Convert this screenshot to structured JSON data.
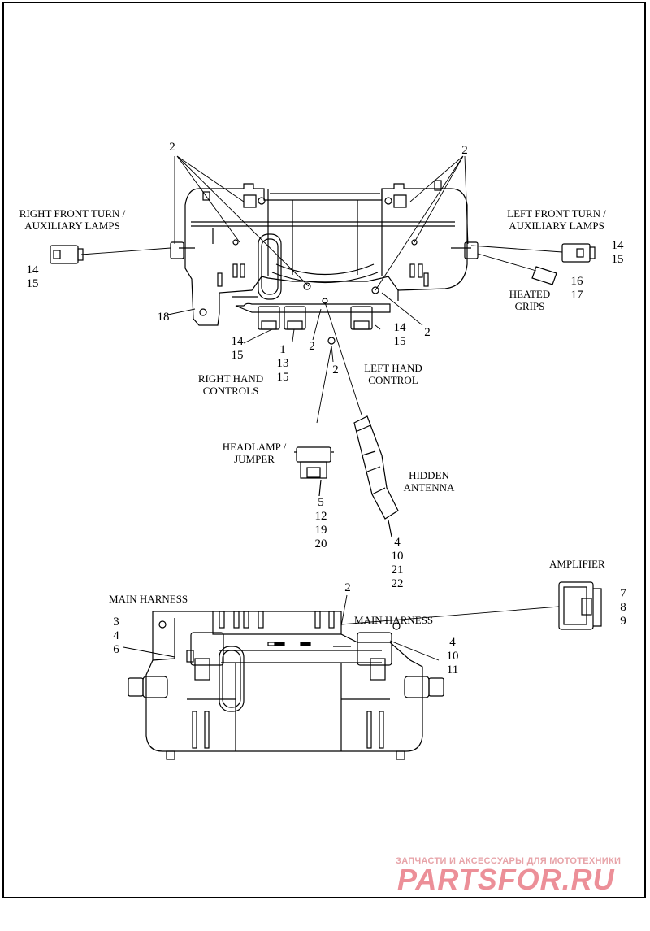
{
  "labels": {
    "right_front_turn": "RIGHT FRONT TURN /\nAUXILIARY LAMPS",
    "left_front_turn": "LEFT FRONT TURN /\nAUXILIARY LAMPS",
    "heated_grips": "HEATED\nGRIPS",
    "right_hand_controls": "RIGHT HAND\nCONTROLS",
    "left_hand_control": "LEFT HAND\nCONTROL",
    "headlamp_jumper": "HEADLAMP /\nJUMPER",
    "hidden_antenna": "HIDDEN\nANTENNA",
    "amplifier": "AMPLIFIER",
    "main_harness_left": "MAIN HARNESS",
    "main_harness_right": "MAIN HARNESS"
  },
  "callouts": {
    "c2_top_left": "2",
    "c2_top_right": "2",
    "c14_15_right_lamp": "14\n15",
    "c14_15_left_lamp": "14\n15",
    "c16_17": "16\n17",
    "c18": "18",
    "c14_15_right_ctrl": "14\n15",
    "c1_13_15": "1\n13\n15",
    "c2_mid_a": "2",
    "c2_mid_b": "2",
    "c14_15_left_ctrl": "14\n15",
    "c2_right_mid": "2",
    "c5_12_19_20": "5\n12\n19\n20",
    "c4_10_21_22": "4\n10\n21\n22",
    "c2_lower": "2",
    "c7_8_9": "7\n8\n9",
    "c3_4_6": "3\n4\n6",
    "c4_10_11": "4\n10\n11"
  },
  "watermark": {
    "top_text": "ЗАПЧАСТИ И АКСЕССУАРЫ ДЛЯ МОТОТЕХНИКИ",
    "logo_text": "PARTSFOR.RU",
    "color": "#e46f7a"
  }
}
